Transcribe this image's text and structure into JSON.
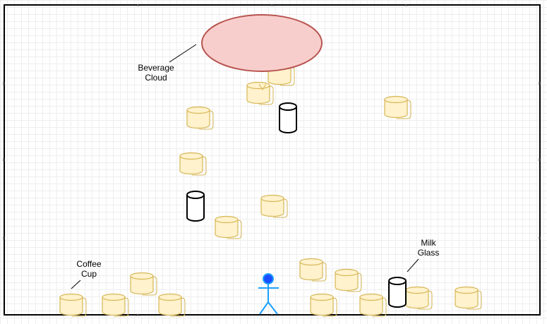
{
  "labels": {
    "beverage_cloud": [
      "Beverage",
      "Cloud"
    ],
    "coffee_cup": [
      "Coffee",
      "Cup"
    ],
    "milk_glass": [
      "Milk",
      "Glass"
    ]
  },
  "colors": {
    "frame": "#000000",
    "cloud_fill": "#f8cecc",
    "cloud_stroke": "#b85450",
    "cup_fill": "#fff2cc",
    "cup_stroke": "#d6b656",
    "glass_stroke": "#000000",
    "person_head": "#1a4dff",
    "person_stroke": "#1a9fff"
  },
  "icons": {
    "coffee_cups": 18,
    "milk_glasses": 3,
    "person": "stick-figure-icon",
    "cloud": "ellipse-cloud-icon"
  }
}
